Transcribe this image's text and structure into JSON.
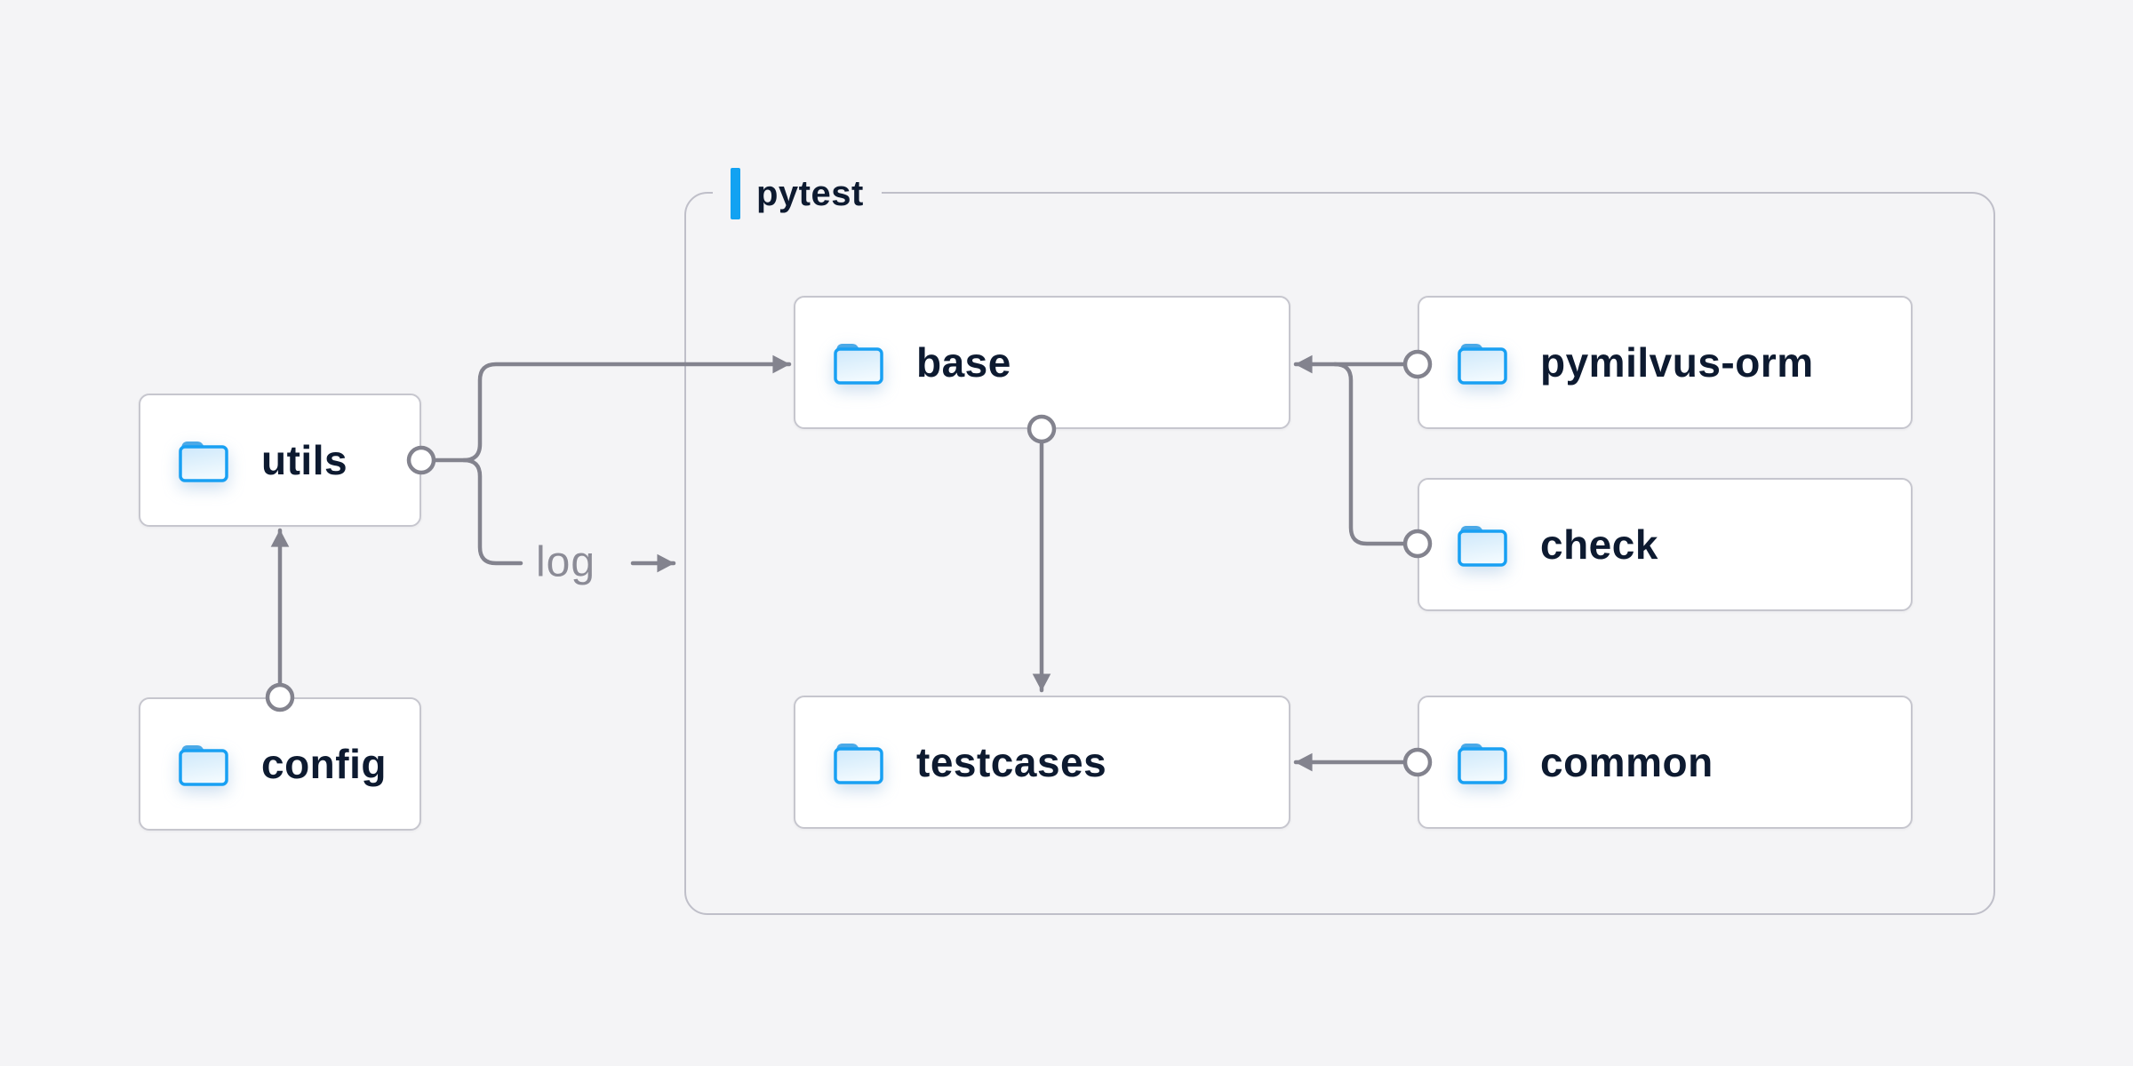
{
  "group": {
    "label": "pytest"
  },
  "nodes": [
    {
      "id": "utils",
      "label": "utils"
    },
    {
      "id": "config",
      "label": "config"
    },
    {
      "id": "base",
      "label": "base"
    },
    {
      "id": "testcases",
      "label": "testcases"
    },
    {
      "id": "pymilvus-orm",
      "label": "pymilvus-orm"
    },
    {
      "id": "check",
      "label": "check"
    },
    {
      "id": "common",
      "label": "common"
    }
  ],
  "edges": [
    {
      "from": "config",
      "to": "utils"
    },
    {
      "from": "utils",
      "to": "base"
    },
    {
      "from": "utils",
      "to": "pytest-group",
      "label": "log"
    },
    {
      "from": "pymilvus-orm",
      "to": "base"
    },
    {
      "from": "check",
      "to": "base"
    },
    {
      "from": "base",
      "to": "testcases"
    },
    {
      "from": "common",
      "to": "testcases"
    }
  ],
  "edge_label": {
    "text": "log"
  },
  "colors": {
    "background": "#f4f4f6",
    "accent_blue": "#12a2f2",
    "folder_blue": "#18a0f3",
    "folder_tab_blue": "#4ba9e7",
    "line_gray": "#83838e",
    "node_border": "#c6c6ce",
    "group_border": "#bfbfc9",
    "text_navy": "#0d1a30",
    "label_gray": "#8b8b96"
  }
}
